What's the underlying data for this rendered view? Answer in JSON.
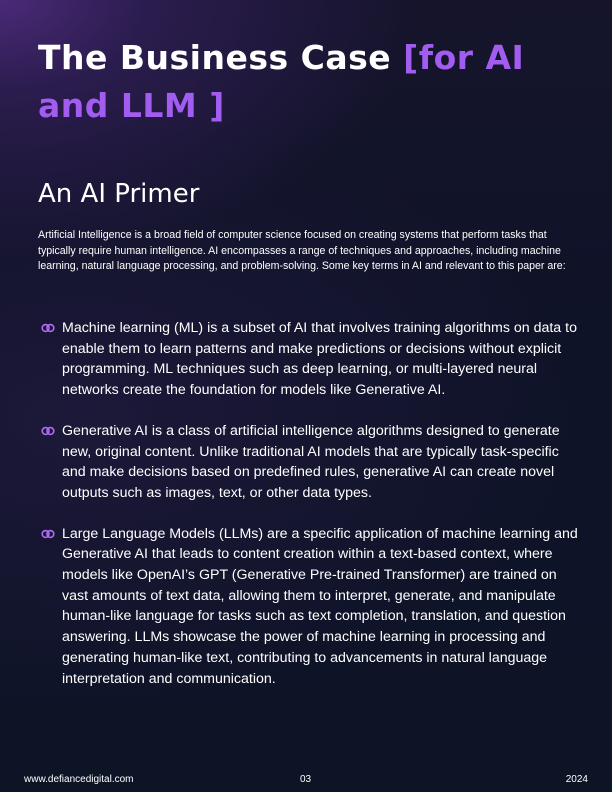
{
  "title": {
    "main": "The Business Case ",
    "accent": "[for AI and LLM ]"
  },
  "subtitle": "An AI Primer",
  "intro": "Artificial Intelligence is a broad field of computer science focused on creating systems that perform tasks that typically require human intelligence. AI encompasses a range of techniques and approaches, including machine learning, natural language processing, and problem-solving. Some key terms in AI and relevant to this paper are:",
  "bullets": [
    {
      "icon": "interlinked-rings-icon",
      "text": "Machine learning (ML) is a subset of AI that involves training algorithms on data to enable them to learn patterns and make predictions or decisions without explicit programming. ML techniques such as deep learning, or multi-layered neural networks create the foundation for models like Generative AI."
    },
    {
      "icon": "interlinked-rings-icon",
      "text": "Generative AI is a class of artificial intelligence algorithms designed to generate new, original content. Unlike traditional AI models that are typically task-specific and make decisions based on predefined rules, generative AI can create novel outputs such as images, text, or other data types."
    },
    {
      "icon": "interlinked-rings-icon",
      "text": "Large Language Models (LLMs) are a specific application of machine learning and Generative AI that leads to content creation within a text-based context, where models like OpenAI’s GPT (Generative Pre-trained Transformer) are trained on vast amounts of text data, allowing them to interpret, generate, and manipulate human-like language for tasks such as text completion, translation, and question answering. LLMs showcase the power of machine learning in processing and generating human-like text, contributing to advancements in natural language interpretation and communication."
    }
  ],
  "footer": {
    "url": "www.defiancedigital.com",
    "page": "03",
    "year": "2024"
  },
  "colors": {
    "accent": "#a25cf0",
    "icon": "#b06cf5",
    "background": "#0f1328",
    "text": "#ffffff"
  }
}
